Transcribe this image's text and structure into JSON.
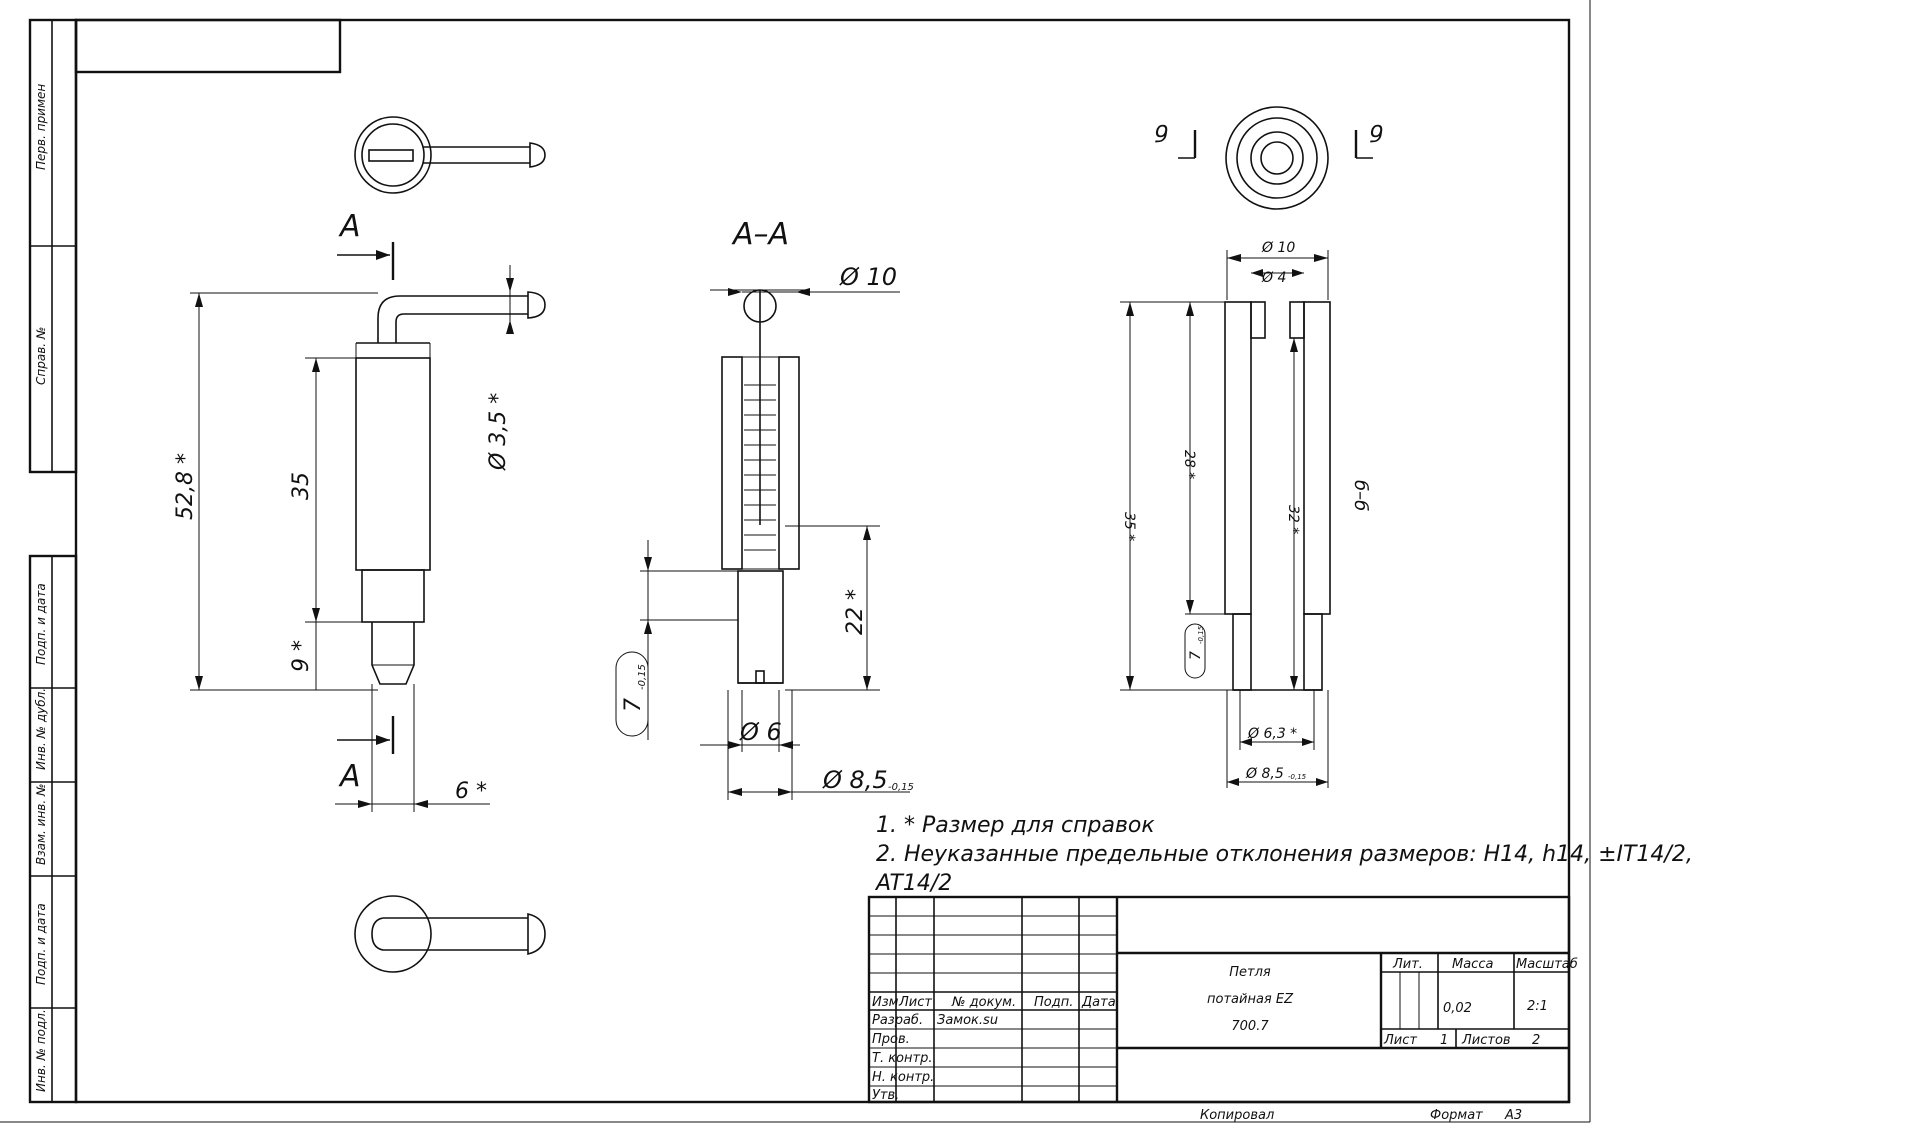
{
  "side_stamp": {
    "perv_primen": "Перв. примен",
    "sprav_no": "Справ. №",
    "podp_data_1": "Подп. и дата",
    "inv_no_dubl": "Инв. № дубл.",
    "vzam_inv_no": "Взам. инв. №",
    "podp_data_2": "Подп. и дата",
    "inv_no_podl": "Инв. № подл."
  },
  "views": {
    "section_mark_top": "A",
    "section_mark_bottom": "A",
    "section_title": "A–A",
    "section_b_top_left": "б",
    "section_b_top_right": "б",
    "section_b_title": "б–б"
  },
  "dimensions": {
    "dim_52_8": "52,8 *",
    "dim_35": "35",
    "dim_9": "9 *",
    "dim_6": "6 *",
    "dim_d3_5": "Ø 3,5 *",
    "dim_d10": "Ø 10",
    "dim_22": "22 *",
    "dim_7": "7",
    "dim_7_tol": "-0,15",
    "dim_d6": "Ø 6",
    "dim_d8_5": "Ø 8,5",
    "dim_d8_5_tol": "-0,15",
    "dim_b_d10": "Ø 10",
    "dim_b_d4": "Ø 4",
    "dim_b_35": "35 *",
    "dim_b_28": "28 *",
    "dim_b_32": "32 *",
    "dim_b_7": "7",
    "dim_b_7_tol": "-0,15",
    "dim_b_d6_3": "Ø 6,3 *",
    "dim_b_d8_5": "Ø 8,5",
    "dim_b_d8_5_tol": "-0,15"
  },
  "notes": {
    "note_1": "1. * Размер для справок",
    "note_2_line1": "2. Неуказанные предельные отклонения размеров: H14, h14, ±IT14/2,",
    "note_2_line2": "AT14/2"
  },
  "title_block": {
    "izm": "Изм",
    "list": "Лист",
    "no_dokum": "№ докум.",
    "podp": "Подп.",
    "data": "Дата",
    "razrab": "Разраб.",
    "razrab_name": "Замок.su",
    "prov": "Пров.",
    "t_kontr": "Т. контр.",
    "n_kontr": "Н. контр.",
    "utv": "Утв.",
    "title_line1": "Петля",
    "title_line2": "потайная EZ",
    "title_line3": "700.7",
    "lit": "Лит.",
    "massa": "Масса",
    "masshtab": "Масштаб",
    "massa_value": "0,02",
    "masshtab_value": "2:1",
    "list_label": "Лист",
    "list_value": "1",
    "listov_label": "Листов",
    "listov_value": "2",
    "kopiroval": "Копировал",
    "format": "Формат",
    "format_value": "A3"
  }
}
